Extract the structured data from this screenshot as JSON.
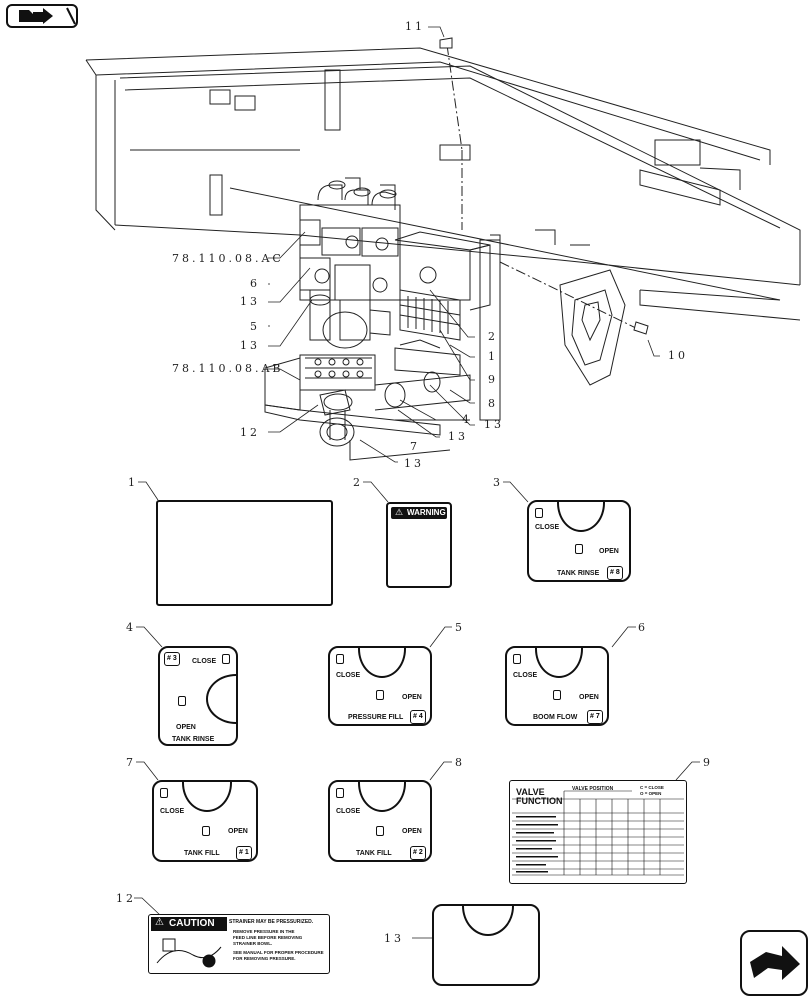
{
  "callouts": {
    "c11": "11",
    "c_ac": "78.110.08.AC",
    "c6": "6",
    "c13a": "13",
    "c5": "5",
    "c13b": "13",
    "c_ab": "78.110.08.AB",
    "c12": "12",
    "c2": "2",
    "c1": "1",
    "c9": "9",
    "c10": "10",
    "c8": "8",
    "c13c": "13",
    "c4": "4",
    "c13d": "13",
    "c7": "7",
    "c13e": "13"
  },
  "decals": {
    "d1": {
      "num": "1"
    },
    "d2": {
      "num": "2",
      "title": "WARNING"
    },
    "d3": {
      "num": "3",
      "close": "CLOSE",
      "open": "OPEN",
      "name": "TANK RINSE",
      "id": "# 8"
    },
    "d4": {
      "num": "4",
      "id": "# 3",
      "close": "CLOSE",
      "open": "OPEN",
      "name": "TANK RINSE"
    },
    "d5": {
      "num": "5",
      "close": "CLOSE",
      "open": "OPEN",
      "name": "PRESSURE FILL",
      "id": "# 4"
    },
    "d6": {
      "num": "6",
      "close": "CLOSE",
      "open": "OPEN",
      "name": "BOOM FLOW",
      "id": "# 7"
    },
    "d7": {
      "num": "7",
      "close": "CLOSE",
      "open": "OPEN",
      "name": "TANK FILL",
      "id": "# 1"
    },
    "d8": {
      "num": "8",
      "close": "CLOSE",
      "open": "OPEN",
      "name": "TANK FILL",
      "id": "# 2"
    },
    "d9": {
      "num": "9",
      "title_line1": "VALVE",
      "title_line2": "FUNCTION",
      "header": "VALVE POSITION",
      "legend_c": "C = CLOSE",
      "legend_o": "O = OPEN"
    },
    "d12": {
      "num": "12",
      "title": "CAUTION",
      "line1": "STRAINER MAY BE PRESSURIZED.",
      "line2": "REMOVE PRESSURE IN THE",
      "line3": "FEED LINE BEFORE REMOVING",
      "line4": "STRAINER BOWL.",
      "line5": "SEE MANUAL FOR PROPER PROCEDURE",
      "line6": "FOR REMOVING PRESSURE."
    },
    "d13": {
      "num": "13"
    }
  },
  "icons": [
    "book-arrow-icon",
    "forward-arrow-icon"
  ]
}
